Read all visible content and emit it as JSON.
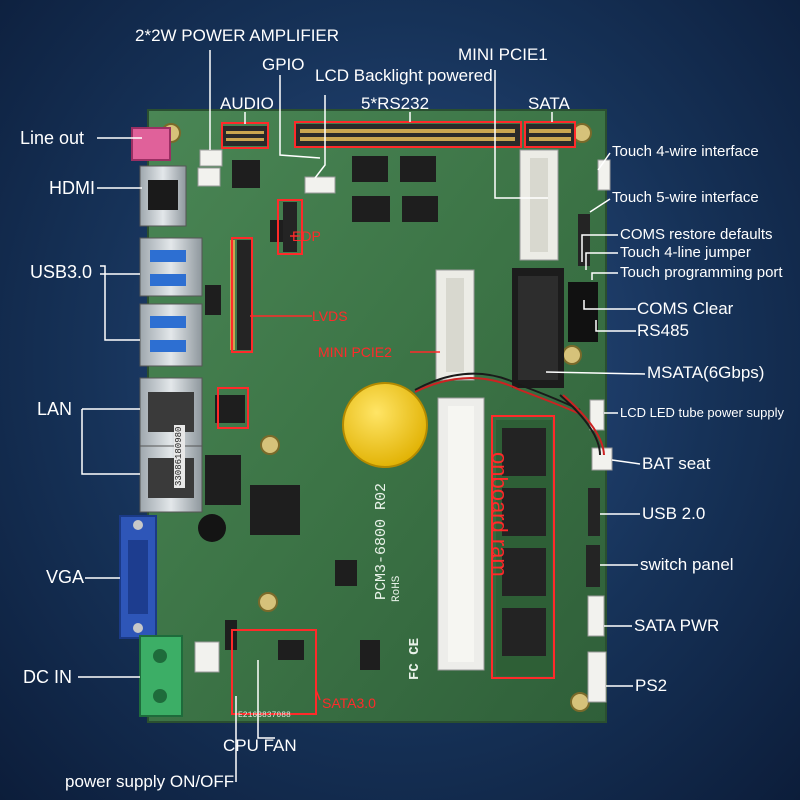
{
  "labels": {
    "power_amp": "2*2W POWER AMPLIFIER",
    "gpio": "GPIO",
    "lcd_backlight": "LCD Backlight powered",
    "mini_pcie1": "MINI PCIE1",
    "audio": "AUDIO",
    "rs232": "5*RS232",
    "sata": "SATA",
    "line_out": "Line out",
    "hdmi": "HDMI",
    "usb3": "USB3.0",
    "lan": "LAN",
    "vga": "VGA",
    "dc_in": "DC IN",
    "cpu_fan": "CPU FAN",
    "power_switch": "power supply ON/OFF",
    "touch4": "Touch 4-wire interface",
    "touch5": "Touch 5-wire interface",
    "coms_restore": "COMS restore defaults",
    "touch4_jumper": "Touch 4-line jumper",
    "touch_prog": "Touch programming port",
    "coms_clear": "COMS Clear",
    "rs485": "RS485",
    "msata": "MSATA(6Gbps)",
    "lcd_led": "LCD LED tube power supply",
    "bat_seat": "BAT seat",
    "usb2": "USB 2.0",
    "switch_panel": "switch panel",
    "sata_pwr": "SATA PWR",
    "ps2": "PS2",
    "edp": "EDP",
    "lvds": "LVDS",
    "mini_pcie2": "MINI PCIE2",
    "onboard_ram": "onboard ram",
    "sata3": "SATA3.0"
  },
  "board": {
    "model": "PCM3-6800  R02",
    "rohs": "RoHS",
    "fcc": "FC CE",
    "serial": "33086180980",
    "bottom_code": "E2163837088"
  },
  "colors": {
    "pcb": "#3f7a4a",
    "callout_white": "#ffffff",
    "callout_red": "#ff2a2a",
    "background": "#163258"
  }
}
